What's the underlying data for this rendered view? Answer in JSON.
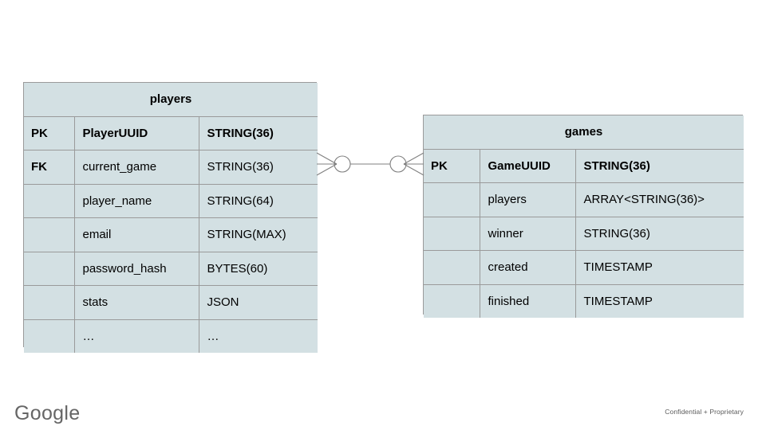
{
  "diagram": {
    "type": "entity-relationship",
    "entities": [
      {
        "name": "players",
        "columns": [
          {
            "key": "PK",
            "field": "PlayerUUID",
            "type": "STRING(36)",
            "emphasis": true
          },
          {
            "key": "FK",
            "field": "current_game",
            "type": "STRING(36)",
            "emphasis": false
          },
          {
            "key": "",
            "field": "player_name",
            "type": "STRING(64)",
            "emphasis": false
          },
          {
            "key": "",
            "field": "email",
            "type": "STRING(MAX)",
            "emphasis": false
          },
          {
            "key": "",
            "field": "password_hash",
            "type": "BYTES(60)",
            "emphasis": false
          },
          {
            "key": "",
            "field": "stats",
            "type": "JSON",
            "emphasis": false
          },
          {
            "key": "",
            "field": "…",
            "type": "…",
            "emphasis": false
          }
        ]
      },
      {
        "name": "games",
        "columns": [
          {
            "key": "PK",
            "field": "GameUUID",
            "type": "STRING(36)",
            "emphasis": true
          },
          {
            "key": "",
            "field": "players",
            "type": "ARRAY<STRING(36)>",
            "emphasis": false
          },
          {
            "key": "",
            "field": "winner",
            "type": "STRING(36)",
            "emphasis": false
          },
          {
            "key": "",
            "field": "created",
            "type": "TIMESTAMP",
            "emphasis": false
          },
          {
            "key": "",
            "field": "finished",
            "type": "TIMESTAMP",
            "emphasis": false
          }
        ]
      }
    ],
    "relationship": {
      "from": "players",
      "to": "games",
      "notation": "crows-foot",
      "left_cardinality": "zero-or-many",
      "right_cardinality": "zero-or-many"
    },
    "colors": {
      "entity_fill": "#d3e0e3",
      "entity_border": "#9a9a9a",
      "connector": "#7f7f7f",
      "text": "#000000"
    }
  },
  "footer": {
    "logo_text": "Google",
    "confidential_text": "Confidential + Proprietary"
  }
}
